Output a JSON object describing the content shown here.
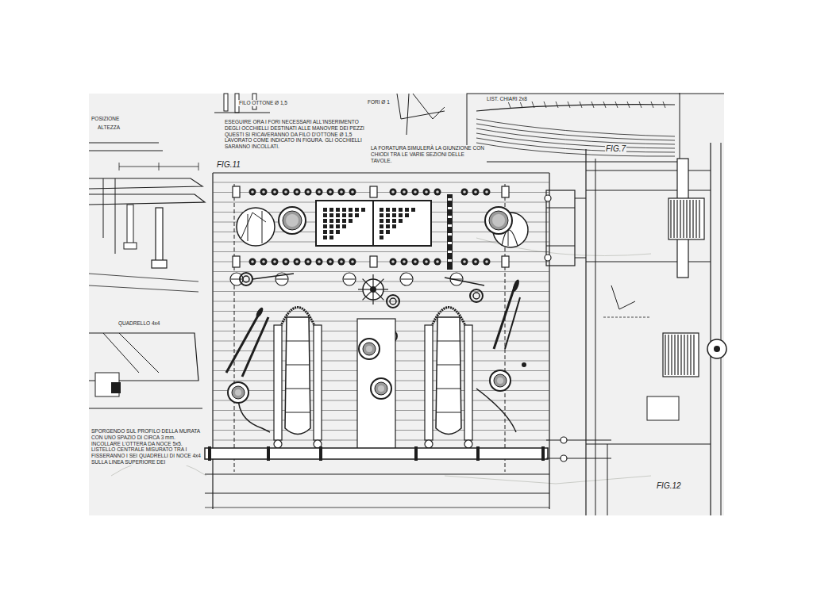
{
  "diagram": {
    "labels": [
      "FIG.11",
      "FIG.7",
      "FIG.12",
      "FILO OTTONE Ø 1,5",
      "FORI Ø 1",
      "LIST. CHIARI 2x8",
      "ESEGUIRE ORA I FORI NECESSARI ALL'INSERIMENTO DEGLI OCCHIELLI DESTINATI ALLE MANOVRE DEI PEZZI QUESTI SI RICAVERANNO DA FILO D'OTTONE Ø 1,5 LAVORATO COME INDICATO IN FIGURA. GLI OCCHIELLI SARANNO INCOLLATI.",
      "LA FORATURA SIMULERÀ LA GIUNZIONE CON CHIODI TRA LE VARIE SEZIONI DELLE TAVOLE.",
      "QUADRELLO 4x4",
      "SPORGENDO SUL PROFILO DELLA MURATA CON UNO SPAZIO DI CIRCA 3 mm. INCOLLARE L'OTTERA DA NOCE 5x5. LISTELLO CENTRALE MISURATO TRA I FISSERANNO I SEI QUADRELLI DI NOCE 4x4 SULLA LINEA SUPERIORE DEI",
      "POSIZIONE",
      "ALTEZZA"
    ]
  }
}
